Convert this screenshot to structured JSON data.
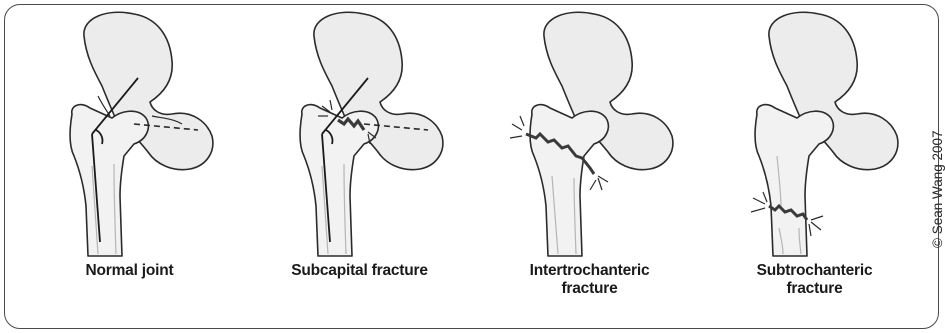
{
  "figure": {
    "panels": [
      {
        "label": "Normal joint",
        "type": "normal"
      },
      {
        "label": "Subcapital fracture",
        "type": "subcapital"
      },
      {
        "label": "Intertrochanteric\nfracture",
        "type": "intertrochanteric"
      },
      {
        "label": "Subtrochanteric\nfracture",
        "type": "subtrochanteric"
      }
    ],
    "copyright": "© Sean Wang 2007"
  },
  "colors": {
    "outline": "#2b2b2b",
    "bone_fill": "#ececec",
    "shade": "#b5b5b5",
    "fracture": "#3a3a3a"
  }
}
